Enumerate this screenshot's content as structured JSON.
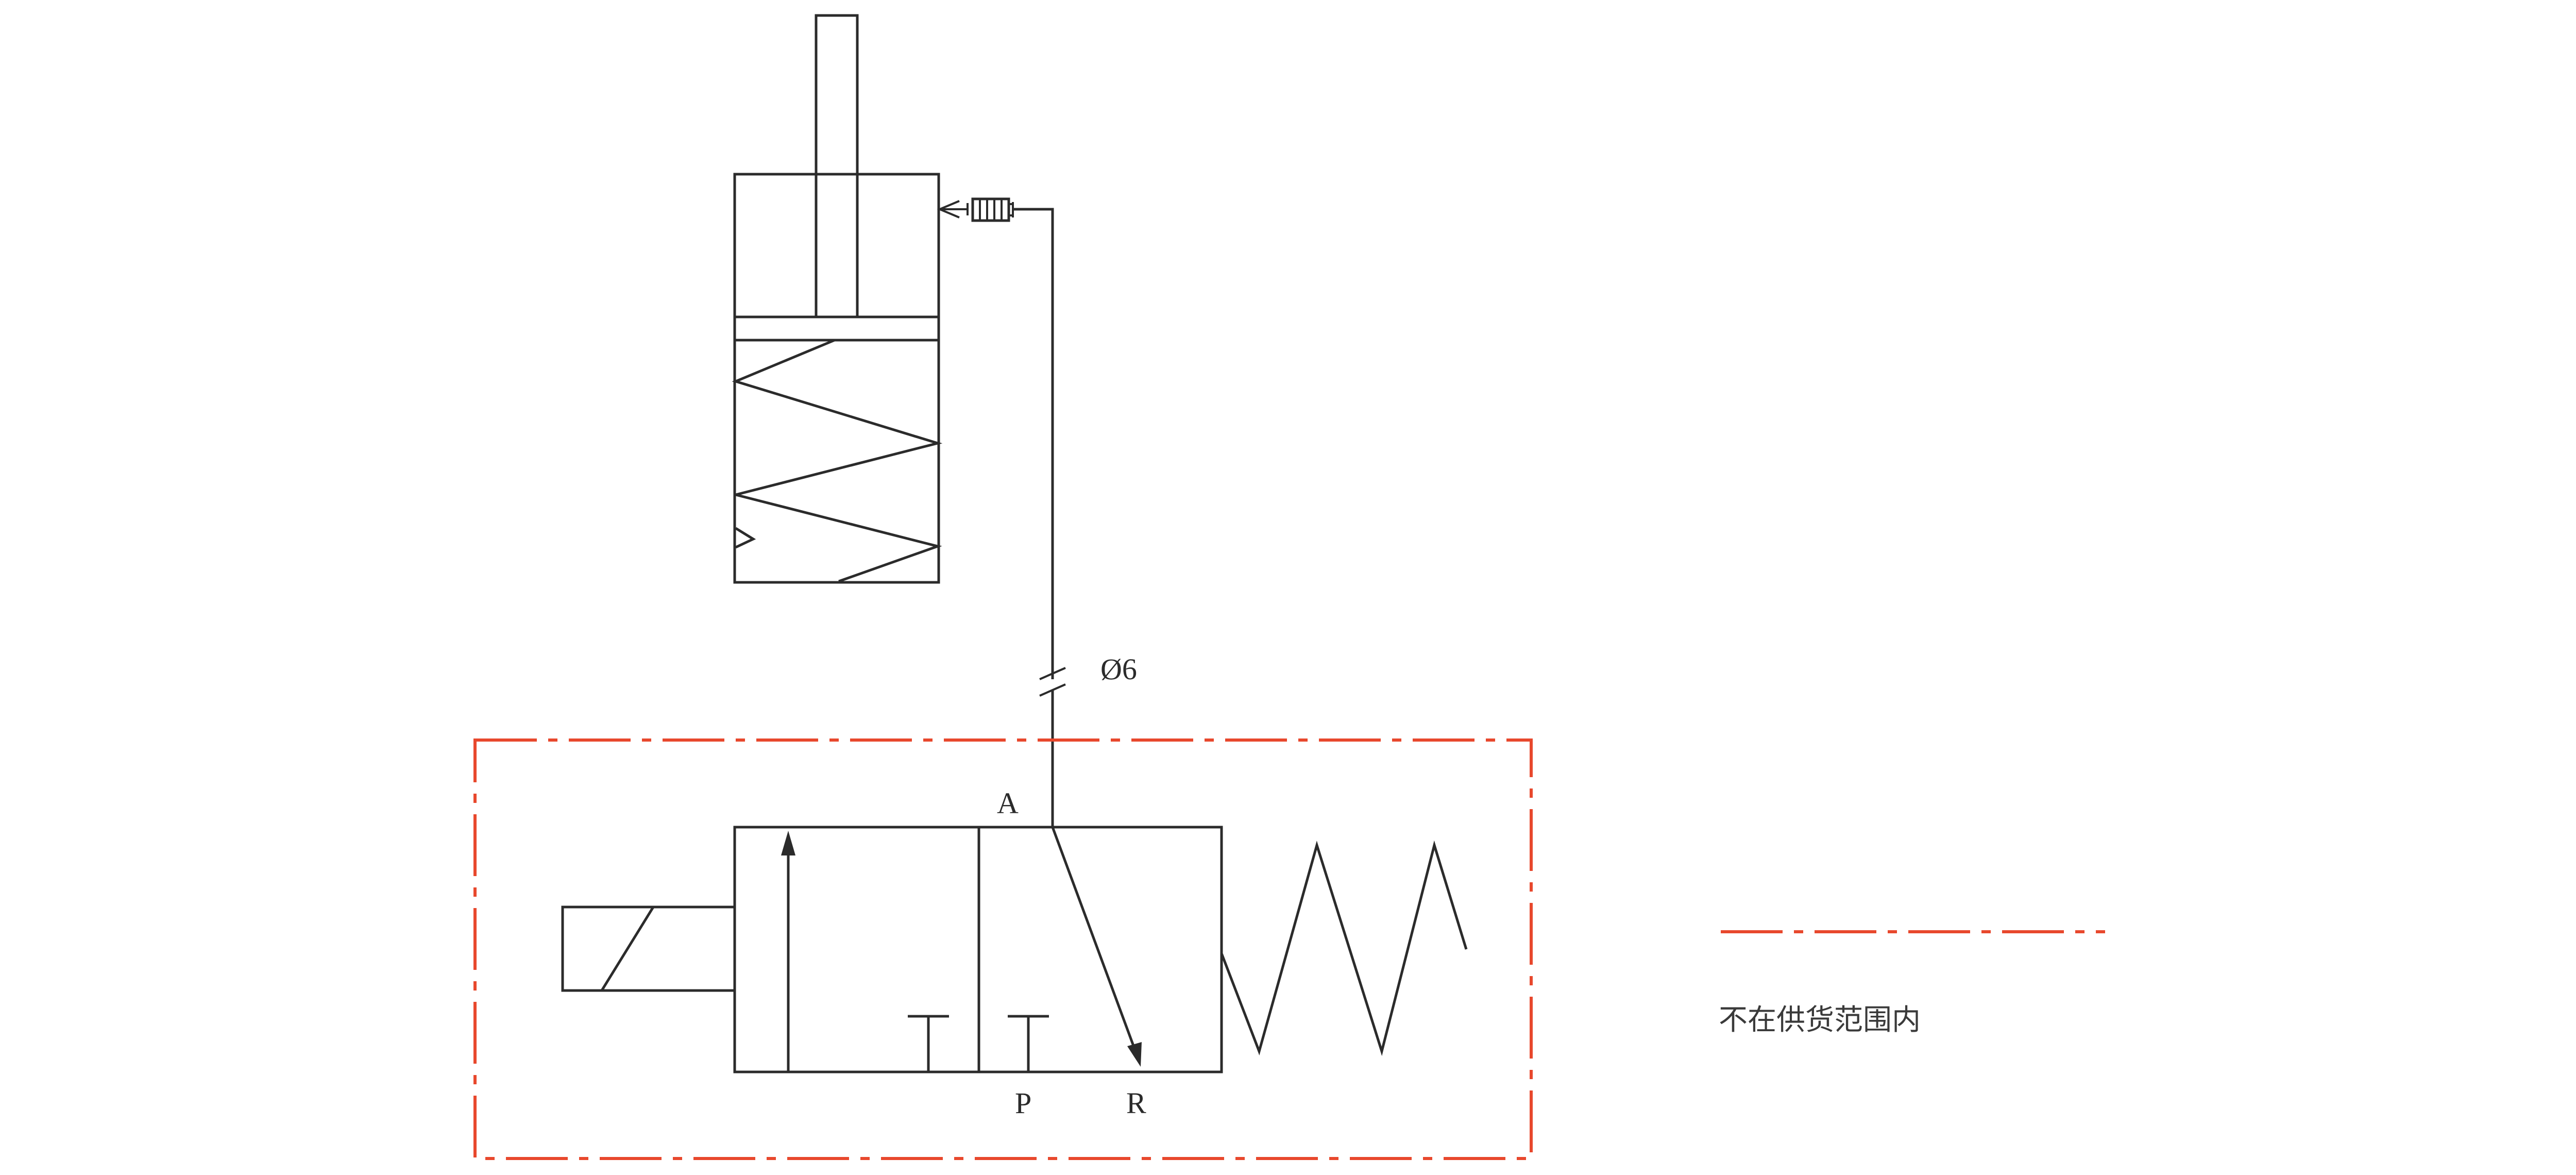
{
  "labels": {
    "tube_diameter": "Ø6",
    "port_a": "A",
    "port_p": "P",
    "port_r": "R"
  },
  "legend": {
    "text": "不在供货范围内"
  },
  "colors": {
    "line": "#2b2b2b",
    "boundary": "#e8482d"
  }
}
